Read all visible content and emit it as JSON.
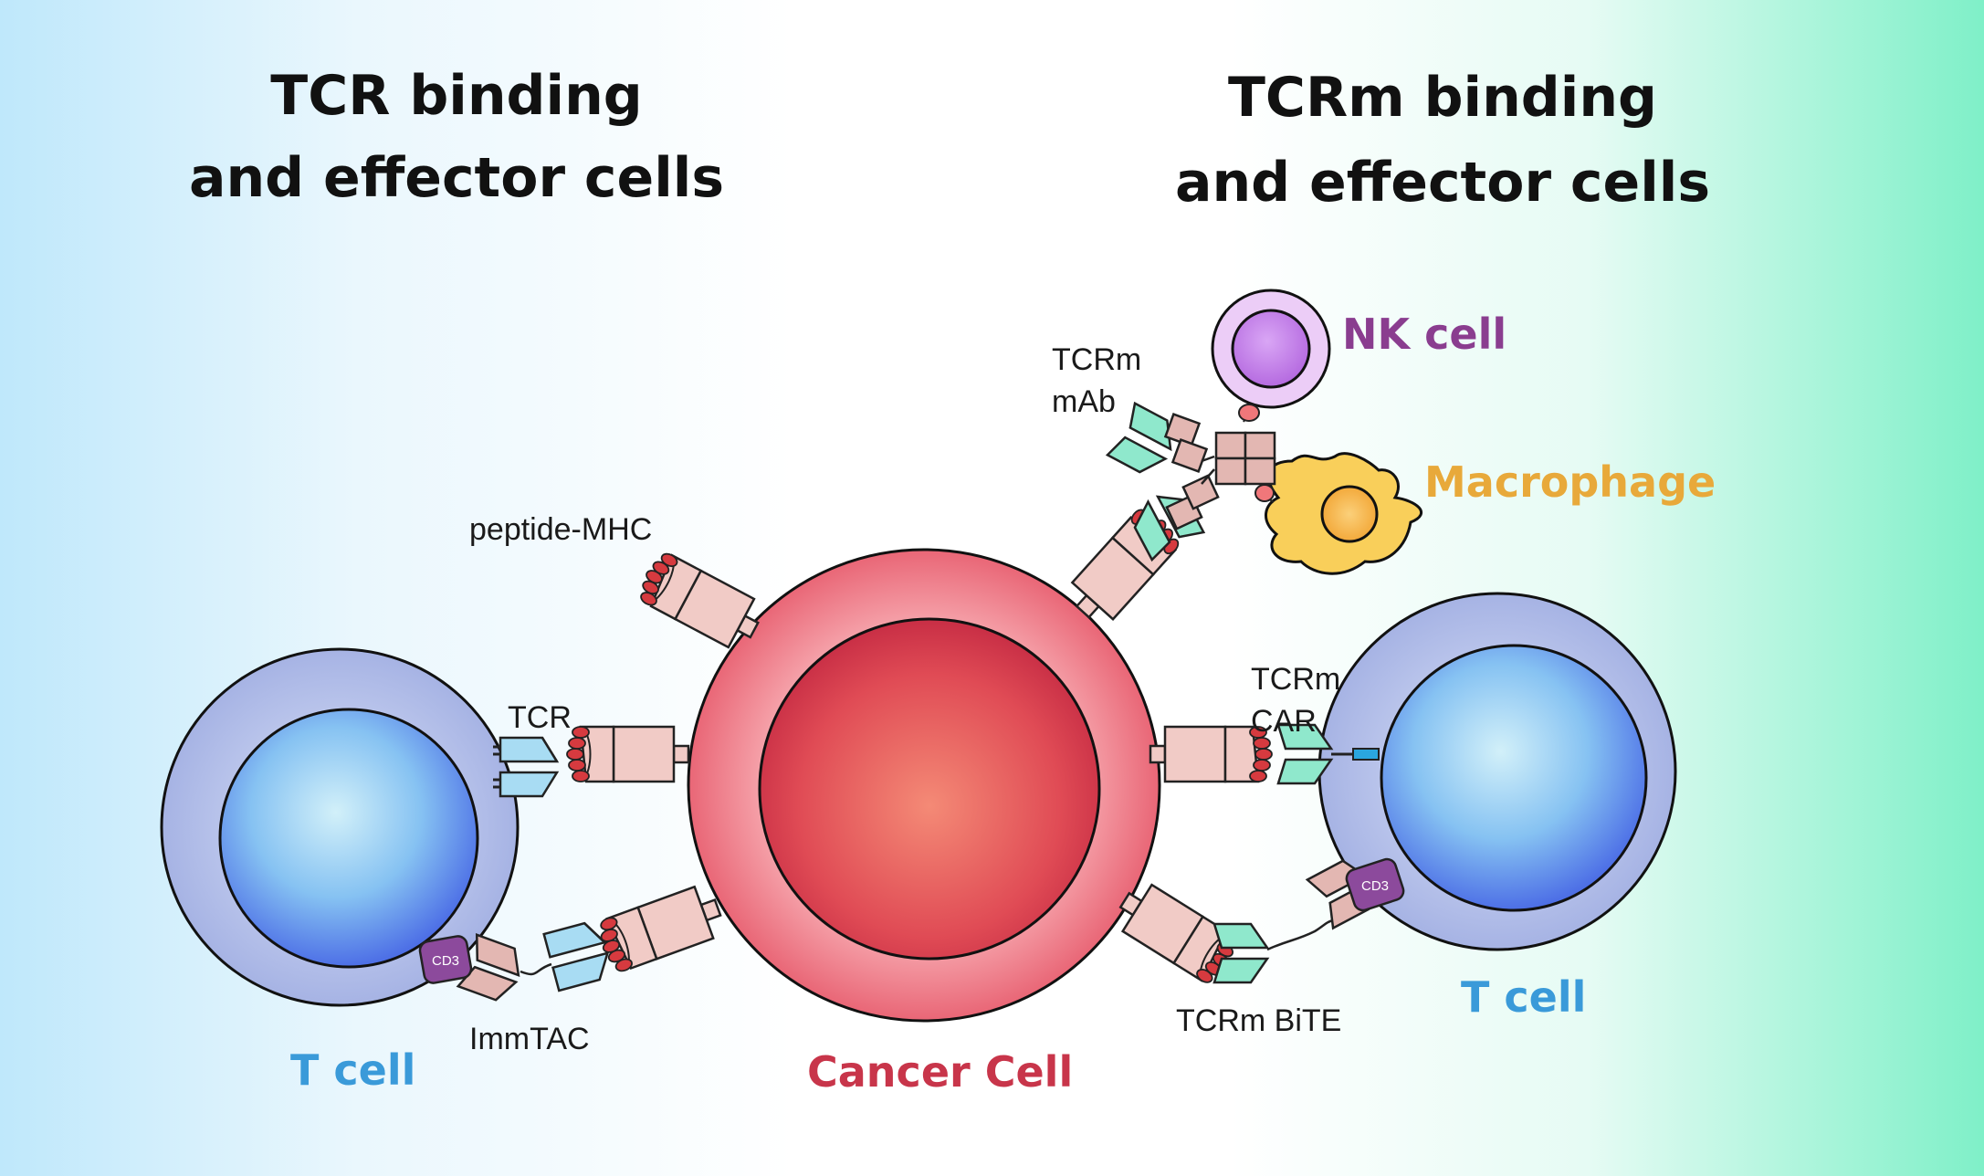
{
  "titles": {
    "left_line1": "TCR binding",
    "left_line2": "and effector cells",
    "right_line1": "TCRm binding",
    "right_line2": "and effector cells"
  },
  "labels": {
    "peptide_mhc": "peptide-MHC",
    "tcr": "TCR",
    "immtac": "ImmTAC",
    "tcrm_mab_line1": "TCRm",
    "tcrm_mab_line2": "mAb",
    "tcrm_car_line1": "TCRm",
    "tcrm_car_line2": "CAR",
    "tcrm_bite": "TCRm BiTE",
    "cd3_left": "CD3",
    "cd3_right": "CD3"
  },
  "cells": {
    "t_cell_left": "T cell",
    "t_cell_right": "T cell",
    "cancer_cell": "Cancer Cell",
    "nk_cell": "NK cell",
    "macrophage": "Macrophage"
  },
  "colors": {
    "t_cell_label": "#3a9ad9",
    "cancer_label": "#c8354a",
    "nk_label": "#8a3d8f",
    "macrophage_label": "#e8a93a",
    "title_text": "#111111",
    "mhc_body": "#f1cbc6",
    "peptide": "#d63a3f",
    "tcr_blue": "#a8dcf3",
    "tcrm_green": "#8fe8cc",
    "cd3_purple": "#8c4a9c"
  }
}
